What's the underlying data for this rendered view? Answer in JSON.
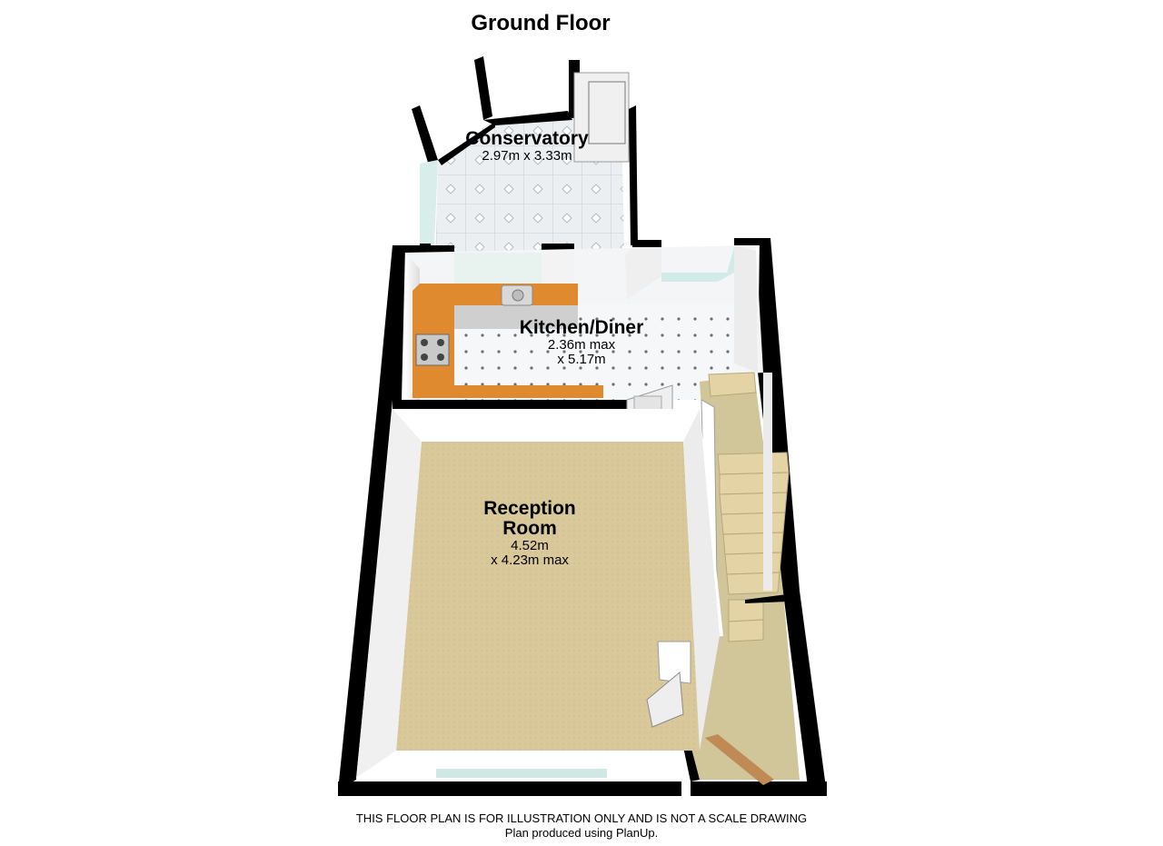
{
  "floor_title": "Ground Floor",
  "rooms": [
    {
      "name": "Conservatory",
      "dims": [
        "2.97m x 3.33m"
      ]
    },
    {
      "name": "Kitchen/Diner",
      "dims": [
        "2.36m max",
        "x 5.17m"
      ]
    },
    {
      "name_lines": [
        "Reception",
        "Room"
      ],
      "dims": [
        "4.52m",
        "x 4.23m max"
      ]
    }
  ],
  "footer": {
    "disclaimer": "THIS FLOOR PLAN IS FOR ILLUSTRATION ONLY AND IS NOT A SCALE DRAWING",
    "credit": "Plan produced using PlanUp."
  },
  "colors": {
    "wall": "#000000",
    "wall_inner": "#f2f2f2",
    "carpet": "#d9c99a",
    "tile_floor": "#e9ecef",
    "kitchen_floor": "#f4f5f7",
    "worktop": "#e08a30",
    "stairs": "#e3d3a5",
    "glass": "#cde8e3"
  }
}
